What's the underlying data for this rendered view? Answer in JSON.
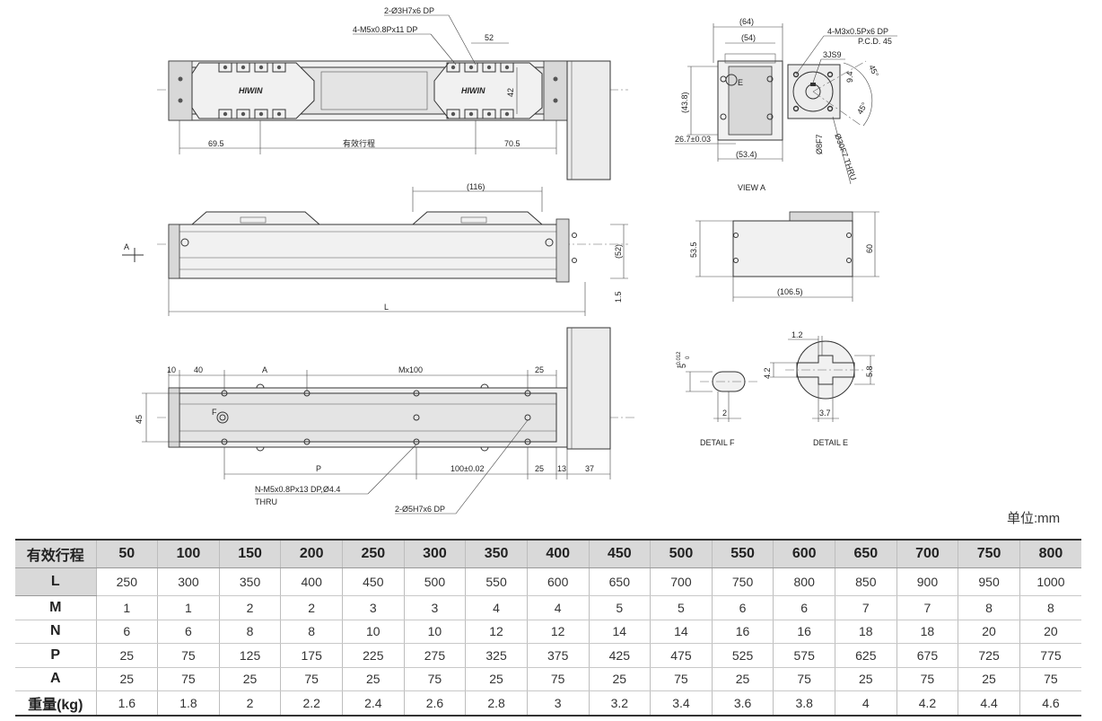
{
  "drawing": {
    "top_view": {
      "callouts": [
        "2-Ø3H7x6 DP",
        "4-M5x0.8Px11 DP"
      ],
      "dims": [
        "52",
        "42",
        "69.5",
        "有效行程",
        "70.5"
      ],
      "brand": "HIWIN"
    },
    "side_view": {
      "dims": [
        "(116)",
        "(52)",
        "1.5",
        "L"
      ],
      "view_mark": "A"
    },
    "bottom_view": {
      "dims_top": [
        "10",
        "40",
        "A",
        "Mx100",
        "25"
      ],
      "dim_left": "45",
      "mark_f": "F",
      "dims_bottom": [
        "P",
        "100±0.02",
        "25",
        "13",
        "37"
      ],
      "callouts": [
        "N-M5x0.8Px13 DP,Ø4.4",
        "THRU",
        "2-Ø5H7x6 DP"
      ]
    },
    "view_a": {
      "dims": [
        "(64)",
        "(54)",
        "(43.8)",
        "26.7±0.03",
        "(53.4)",
        "E"
      ],
      "callouts": [
        "4-M3x0.5Px6 DP",
        "P.C.D. 45",
        "3JS9",
        "9.4",
        "45°",
        "45°",
        "Ø8F7",
        "Ø30F7 THRU"
      ],
      "label": "VIEW A"
    },
    "end_view": {
      "dims": [
        "53.5",
        "60",
        "(106.5)"
      ]
    },
    "detail_f": {
      "dims": [
        "5",
        "+0.012",
        "0",
        "2"
      ],
      "label": "DETAIL F"
    },
    "detail_e": {
      "dims": [
        "1.2",
        "4.2",
        "5.8",
        "3.7"
      ],
      "label": "DETAIL E"
    }
  },
  "unit_label": "单位:mm",
  "table": {
    "header": [
      "有效行程",
      "50",
      "100",
      "150",
      "200",
      "250",
      "300",
      "350",
      "400",
      "450",
      "500",
      "550",
      "600",
      "650",
      "700",
      "750",
      "800"
    ],
    "rows": [
      {
        "label": "L",
        "values": [
          "250",
          "300",
          "350",
          "400",
          "450",
          "500",
          "550",
          "600",
          "650",
          "700",
          "750",
          "800",
          "850",
          "900",
          "950",
          "1000"
        ]
      },
      {
        "label": "M",
        "values": [
          "1",
          "1",
          "2",
          "2",
          "3",
          "3",
          "4",
          "4",
          "5",
          "5",
          "6",
          "6",
          "7",
          "7",
          "8",
          "8"
        ]
      },
      {
        "label": "N",
        "values": [
          "6",
          "6",
          "8",
          "8",
          "10",
          "10",
          "12",
          "12",
          "14",
          "14",
          "16",
          "16",
          "18",
          "18",
          "20",
          "20"
        ]
      },
      {
        "label": "P",
        "values": [
          "25",
          "75",
          "125",
          "175",
          "225",
          "275",
          "325",
          "375",
          "425",
          "475",
          "525",
          "575",
          "625",
          "675",
          "725",
          "775"
        ]
      },
      {
        "label": "A",
        "values": [
          "25",
          "75",
          "25",
          "75",
          "25",
          "75",
          "25",
          "75",
          "25",
          "75",
          "25",
          "75",
          "25",
          "75",
          "25",
          "75"
        ]
      },
      {
        "label": "重量(kg)",
        "values": [
          "1.6",
          "1.8",
          "2",
          "2.2",
          "2.4",
          "2.6",
          "2.8",
          "3",
          "3.2",
          "3.4",
          "3.6",
          "3.8",
          "4",
          "4.2",
          "4.4",
          "4.6"
        ]
      }
    ]
  }
}
